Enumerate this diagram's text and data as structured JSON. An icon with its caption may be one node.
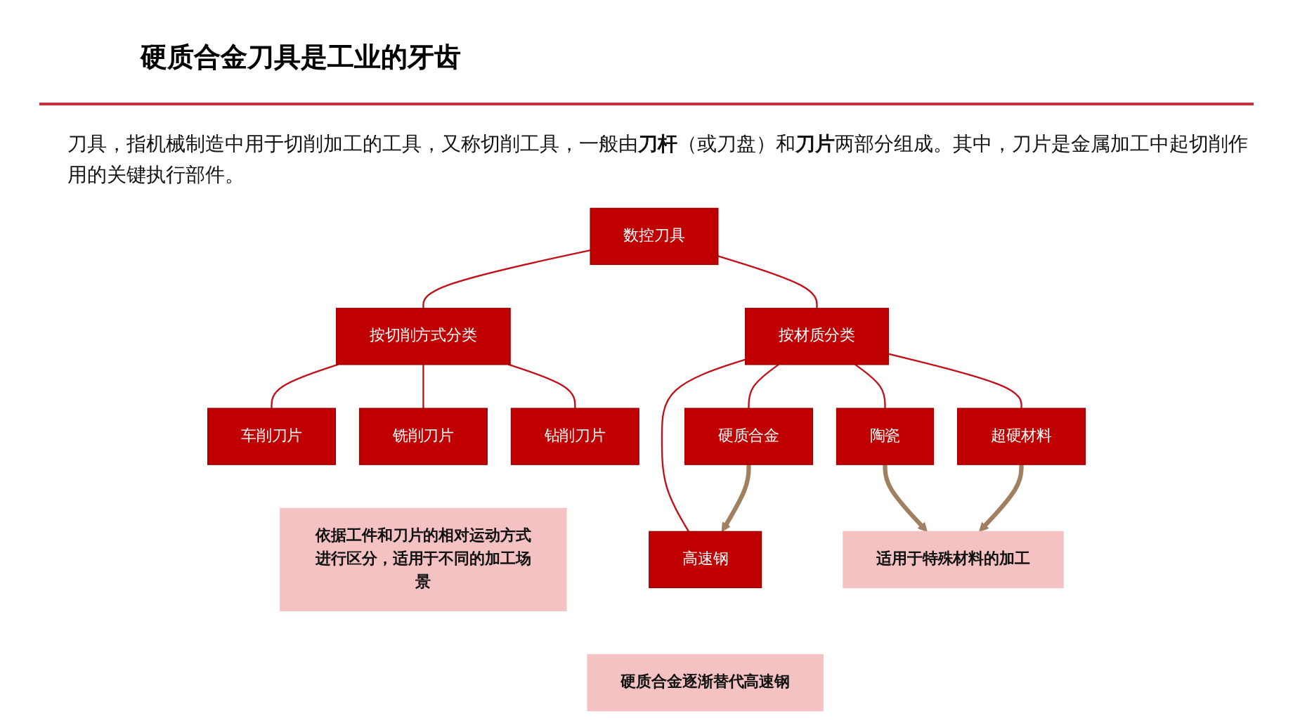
{
  "diagram": {
    "title": "硬质合金刀具是工业的牙齿",
    "nodes": [
      {
        "text": [
          "数控刀具"
        ]
      },
      {
        "text": [
          "按切削方式分类"
        ]
      },
      {
        "text": [
          "按材质分类"
        ]
      },
      {
        "text": [
          "车削刀片"
        ]
      },
      {
        "text": [
          "铣削刀片"
        ]
      },
      {
        "text": [
          "钻削刀片"
        ]
      },
      {
        "text": [
          "高速钢"
        ]
      },
      {
        "text": [
          "硬质合金"
        ]
      },
      {
        "text": [
          "陶瓷"
        ]
      },
      {
        "text": [
          "超硬材料"
        ]
      },
      {
        "text": [
          "依据工件和刀片的相对运动方式进行区分，适用于不同的加工场景"
        ]
      },
      {
        "text": [
          "硬质合金逐渐替代高速钢"
        ]
      },
      {
        "text": [
          "适用于特殊材料的加工"
        ]
      }
    ],
    "edges": [
      {
        "from": 0,
        "to": 1,
        "arrow": "none"
      },
      {
        "from": 0,
        "to": 2,
        "arrow": "none"
      },
      {
        "from": 1,
        "to": 3,
        "arrow": "none"
      },
      {
        "from": 1,
        "to": 4,
        "arrow": "none"
      },
      {
        "from": 1,
        "to": 5,
        "arrow": "none"
      },
      {
        "from": 2,
        "to": 6,
        "arrow": "none"
      },
      {
        "from": 2,
        "to": 7,
        "arrow": "none"
      },
      {
        "from": 2,
        "to": 8,
        "arrow": "none"
      },
      {
        "from": 2,
        "to": 9,
        "arrow": "none"
      },
      {
        "from": 7,
        "to": 6,
        "arrow": "to",
        "color": "#a08060",
        "style": "thick"
      },
      {
        "from": 8,
        "to": 12,
        "arrow": "to",
        "color": "#a08060",
        "style": "thick"
      },
      {
        "from": 9,
        "to": 12,
        "arrow": "to",
        "color": "#a08060",
        "style": "thick"
      }
    ],
    "labels": [
      "刀具，指机械制造中用于切削加工的工具，又称切削工具，一般由**刀杆**（或刀盘）和**刀片**两部分组成。其中，刀片是金属加工中起切削作用的关键执行部件。"
    ]
  }
}
